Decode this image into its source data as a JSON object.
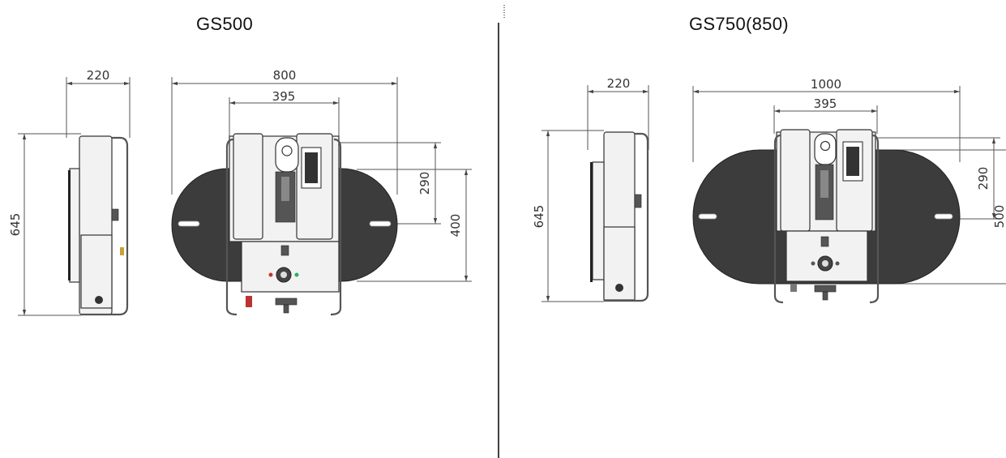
{
  "titles": {
    "left": "GS500",
    "right": "GS750(850)"
  },
  "left_model": {
    "side_view": {
      "width_label": "220",
      "height_label": "645"
    },
    "front_view": {
      "overall_width_label": "800",
      "inner_width_label": "395",
      "short_height_label": "290",
      "disc_height_label": "400"
    }
  },
  "right_model": {
    "side_view": {
      "width_label": "220",
      "height_label": "645"
    },
    "front_view": {
      "overall_width_label": "1000",
      "inner_width_label": "395",
      "short_height_label": "290",
      "disc_height_label": "500"
    }
  },
  "colors": {
    "disc": "#3c3c3c",
    "divider": "#000000"
  }
}
